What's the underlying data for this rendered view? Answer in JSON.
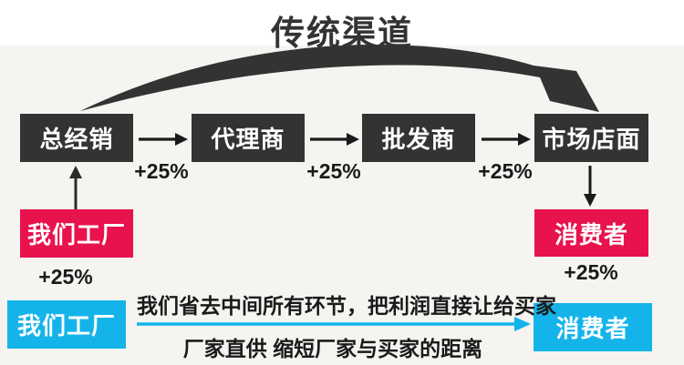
{
  "title": "传统渠道",
  "colors": {
    "background": "#f5f4f1",
    "top_band": "#ffffff",
    "stage_box": "#333333",
    "highlight_red": "#e8124c",
    "highlight_blue": "#14b4ea",
    "text_dark": "#1a1a1a"
  },
  "traditional": {
    "stages": [
      "总经销",
      "代理商",
      "批发商",
      "市场店面"
    ],
    "markups": [
      "+25%",
      "+25%",
      "+25%"
    ],
    "factory": "我们工厂",
    "factory_markup": "+25%",
    "consumer": "消费者",
    "consumer_markup": "+25%"
  },
  "direct": {
    "factory": "我们工厂",
    "consumer": "消费者",
    "line1": "我们省去中间所有环节，把利润直接让给买家",
    "line2": "厂家直供 缩短厂家与买家的距离"
  }
}
